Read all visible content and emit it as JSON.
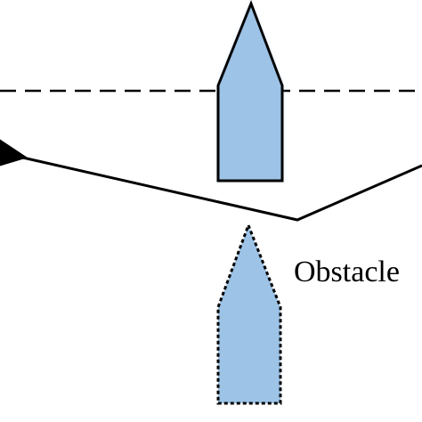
{
  "diagram": {
    "obstacle_label": "Obstacle",
    "colors": {
      "ship_fill": "#9DC3E6",
      "stroke": "#000000",
      "background": "#FFFFFF"
    },
    "elements": {
      "reference_line": "dashed",
      "upper_ship_outline": "solid",
      "lower_ship_outline": "dotted",
      "path_line": "solid",
      "arrowhead": "filled-triangle"
    }
  }
}
